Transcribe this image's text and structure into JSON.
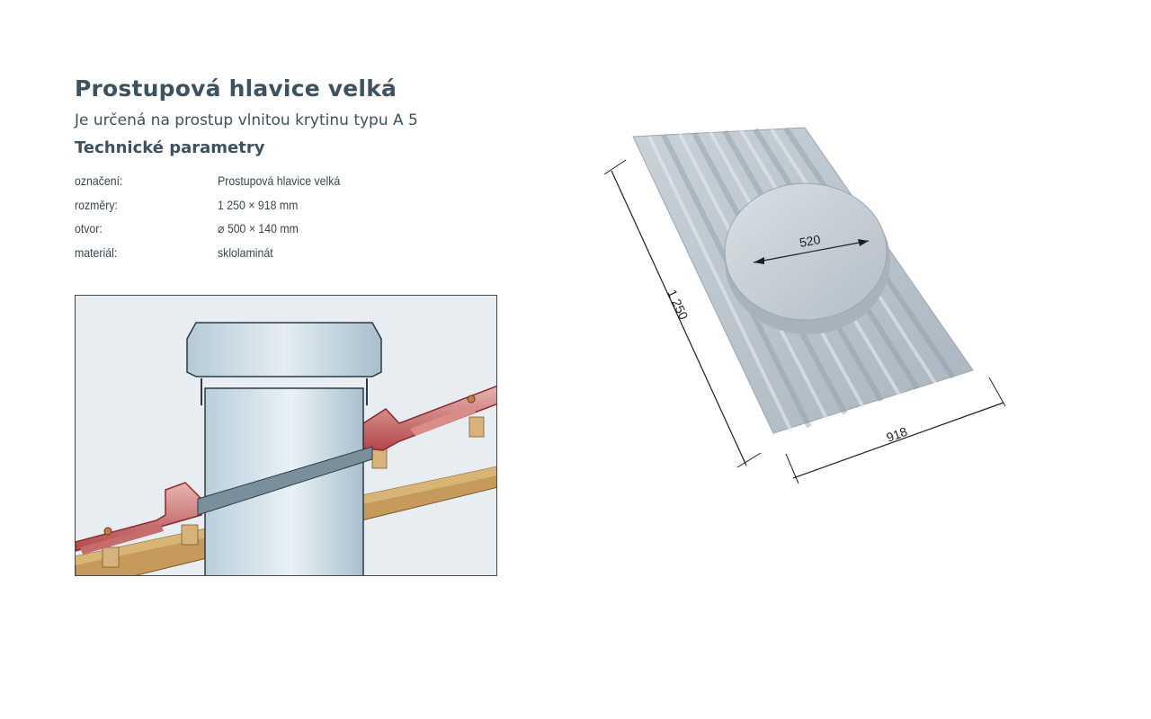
{
  "heading": {
    "title": "Prostupová hlavice velká",
    "subtitle": "Je určená na prostup vlnitou krytinu typu A 5",
    "section": "Technické parametry"
  },
  "parameters": [
    {
      "label": "označení:",
      "value": "Prostupová hlavice velká"
    },
    {
      "label": "rozměry:",
      "value": "1 250 × 918 mm"
    },
    {
      "label": "otvor:",
      "value": "⌀ 500 × 140 mm"
    },
    {
      "label": "materiál:",
      "value": "sklolaminát"
    }
  ],
  "product_image": {
    "dimensions": {
      "length": "1 250",
      "width": "918",
      "opening": "520"
    }
  },
  "colors": {
    "heading": "#3c5260",
    "pipe": "#c4d8e2",
    "roof_tile": "#b7434a",
    "timber": "#c59a5a",
    "sheet": "#b9c4cd"
  }
}
